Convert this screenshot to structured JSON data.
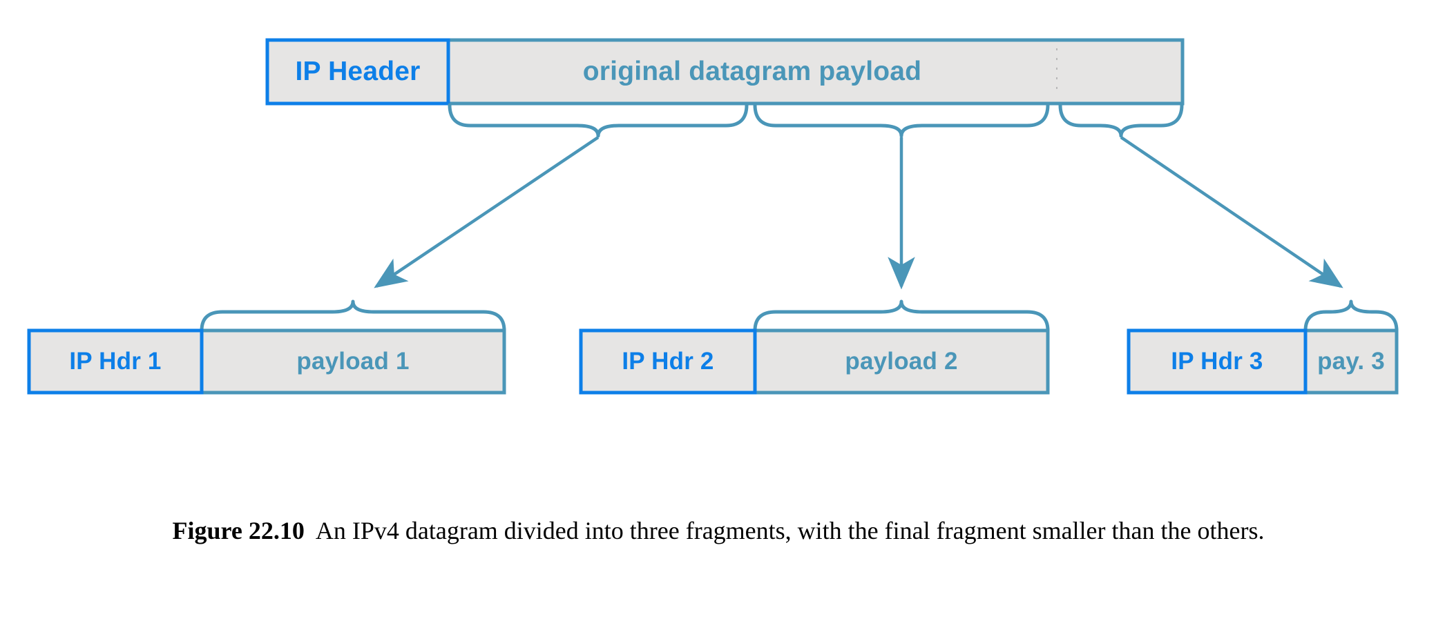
{
  "figure": {
    "caption_label": "Figure 22.10",
    "caption_text": "An IPv4 datagram divided into three fragments, with the final fragment smaller than the others."
  },
  "colors": {
    "header_blue": "#0d7fe8",
    "payload_teal": "#4a96b8",
    "box_fill": "#e6e5e4",
    "background": "#ffffff",
    "caption_text": "#000000"
  },
  "original_datagram": {
    "header_label": "IP Header",
    "payload_label": "original datagram payload"
  },
  "fragments": [
    {
      "header_label": "IP Hdr 1",
      "payload_label": "payload 1"
    },
    {
      "header_label": "IP Hdr 2",
      "payload_label": "payload 2"
    },
    {
      "header_label": "IP Hdr 3",
      "payload_label": "pay. 3"
    }
  ],
  "connectors": [
    {
      "name": "brace-segment-1-to-fragment-1",
      "direction": "diagonal-down-left"
    },
    {
      "name": "brace-segment-2-to-fragment-2",
      "direction": "straight-down"
    },
    {
      "name": "brace-segment-3-to-fragment-3",
      "direction": "diagonal-down-right"
    }
  ]
}
